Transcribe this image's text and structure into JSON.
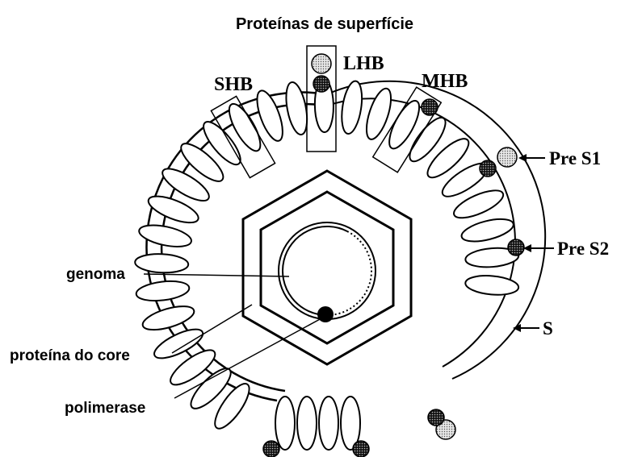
{
  "title": "Proteínas de superfície",
  "labels": {
    "shb": "SHB",
    "lhb": "LHB",
    "mhb": "MHB",
    "pre_s1": "Pre S1",
    "pre_s2": "Pre S2",
    "s": "S",
    "genoma": "genoma",
    "proteina_core": "proteína do core",
    "polimerase": "polimerase"
  },
  "colors": {
    "line": "#000000",
    "background": "#ffffff",
    "pre_s1_fill": "#c9c9c9",
    "pre_s2_fill": "#2b2b2b"
  }
}
